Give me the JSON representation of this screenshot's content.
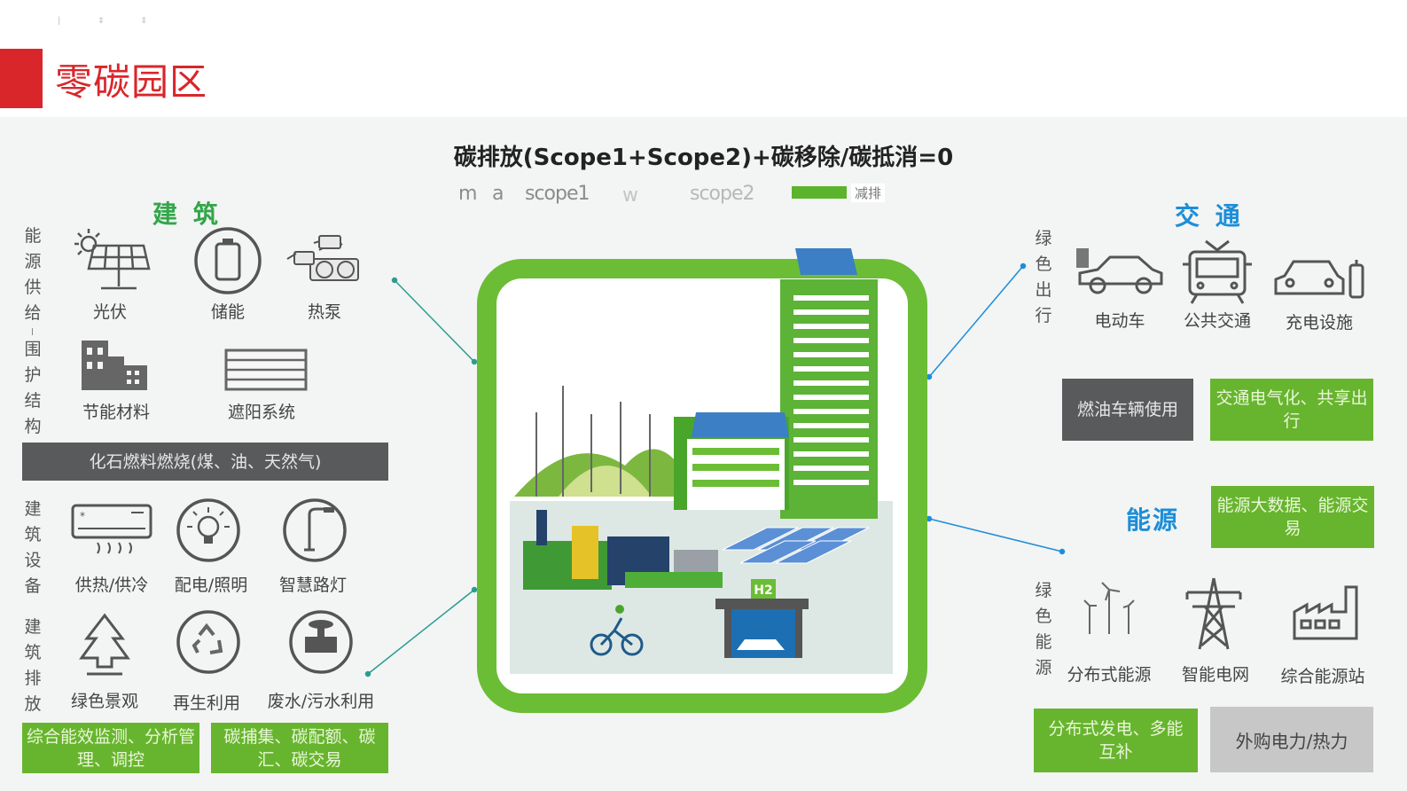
{
  "title": "零碳园区",
  "top_marks": "| ‡ ‡",
  "formula": "碳排放(Scope1+Scope2)+碳移除/碳抵消=0",
  "legend": {
    "m": "m",
    "a": "a",
    "scope1": "scope1",
    "w": "w",
    "scope2": "scope2",
    "cut": "减排",
    "cut_color": "#5bb42c"
  },
  "building": {
    "heading": "建 筑",
    "energy_supply_vertical": "能源供给",
    "envelope_vertical": "围护结构",
    "equipment_vertical": "建筑设备",
    "emission_vertical": "建筑排放",
    "icons": {
      "pv": "光伏",
      "storage": "储能",
      "heatpump": "热泵",
      "material": "节能材料",
      "shading": "遮阳系统",
      "hvac": "供热/供冷",
      "power_light": "配电/照明",
      "streetlamp": "智慧路灯",
      "landscape": "绿色景观",
      "recycle": "再生利用",
      "wastewater": "废水/污水利用"
    },
    "fossil_bar": "化石燃料燃烧(煤、油、天然气)",
    "monitor_box": "综合能效监测、分析管理、调控",
    "carbon_box": "碳捕集、碳配额、碳汇、碳交易"
  },
  "traffic": {
    "heading": "交 通",
    "vertical": "绿色出行",
    "icons": {
      "ev": "电动车",
      "bus": "公共交通",
      "charger": "充电设施"
    },
    "fuel_box": "燃油车辆使用",
    "electrify_box": "交通电气化、共享出行"
  },
  "energy": {
    "heading": "能源",
    "vertical": "绿色能源",
    "bigdata_box": "能源大数据、能源交易",
    "icons": {
      "distributed": "分布式能源",
      "grid": "智能电网",
      "station": "综合能源站"
    },
    "multi_box": "分布式发电、多能互补",
    "purchase_box": "外购电力/热力"
  },
  "center": {
    "h2_label": "H2"
  },
  "colors": {
    "accent_red": "#d9262b",
    "green": "#67b52e",
    "dark_box": "#595a5c",
    "blue": "#1c8ed8",
    "title_green": "#33a64a"
  }
}
